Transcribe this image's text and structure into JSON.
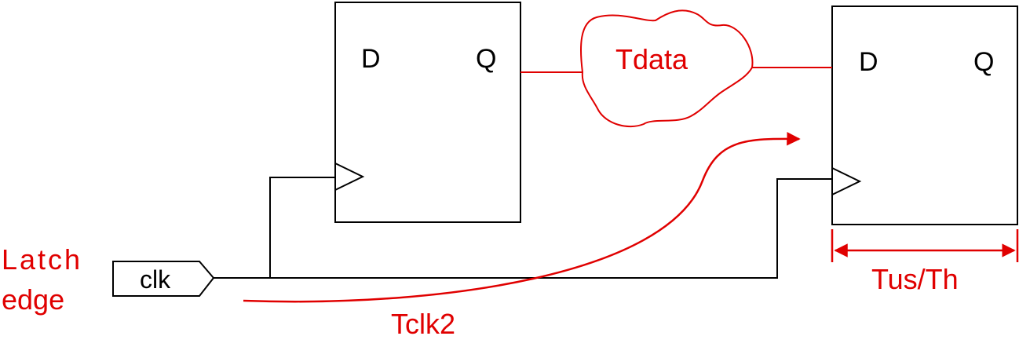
{
  "colors": {
    "wire": "#000000",
    "annotation": "#e00000",
    "background": "#ffffff"
  },
  "flop1": {
    "d_label": "D",
    "q_label": "Q"
  },
  "flop2": {
    "d_label": "D",
    "q_label": "Q"
  },
  "clock": {
    "port_label": "clk"
  },
  "annotations": {
    "latch_line1": "Latch",
    "latch_line2": "edge",
    "tdata": "Tdata",
    "tclk2": "Tclk2",
    "tsu_th": "Tus/Th"
  }
}
